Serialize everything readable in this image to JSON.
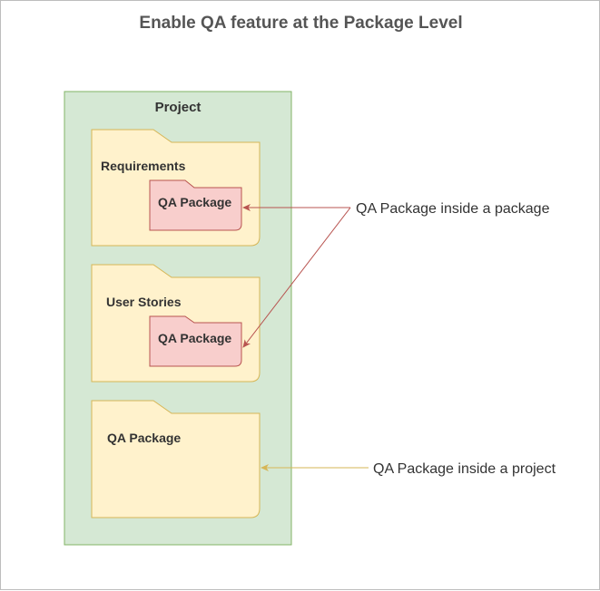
{
  "diagram": {
    "title": "Enable QA feature at the Package Level",
    "project": {
      "label": "Project",
      "packages": [
        {
          "label": "Requirements",
          "child_label": "QA Package"
        },
        {
          "label": "User Stories",
          "child_label": "QA Package"
        },
        {
          "label": "QA Package"
        }
      ]
    },
    "annotations": {
      "inside_package": "QA Package inside a package",
      "inside_project": "QA Package inside a project"
    },
    "colors": {
      "project_fill": "#d5e8d4",
      "project_stroke": "#82b366",
      "folder_fill": "#fff2cc",
      "folder_stroke": "#d6b656",
      "qa_fill": "#f8cecc",
      "qa_stroke": "#b85450",
      "arrow_red": "#b85450",
      "arrow_gold": "#d6b656"
    }
  }
}
